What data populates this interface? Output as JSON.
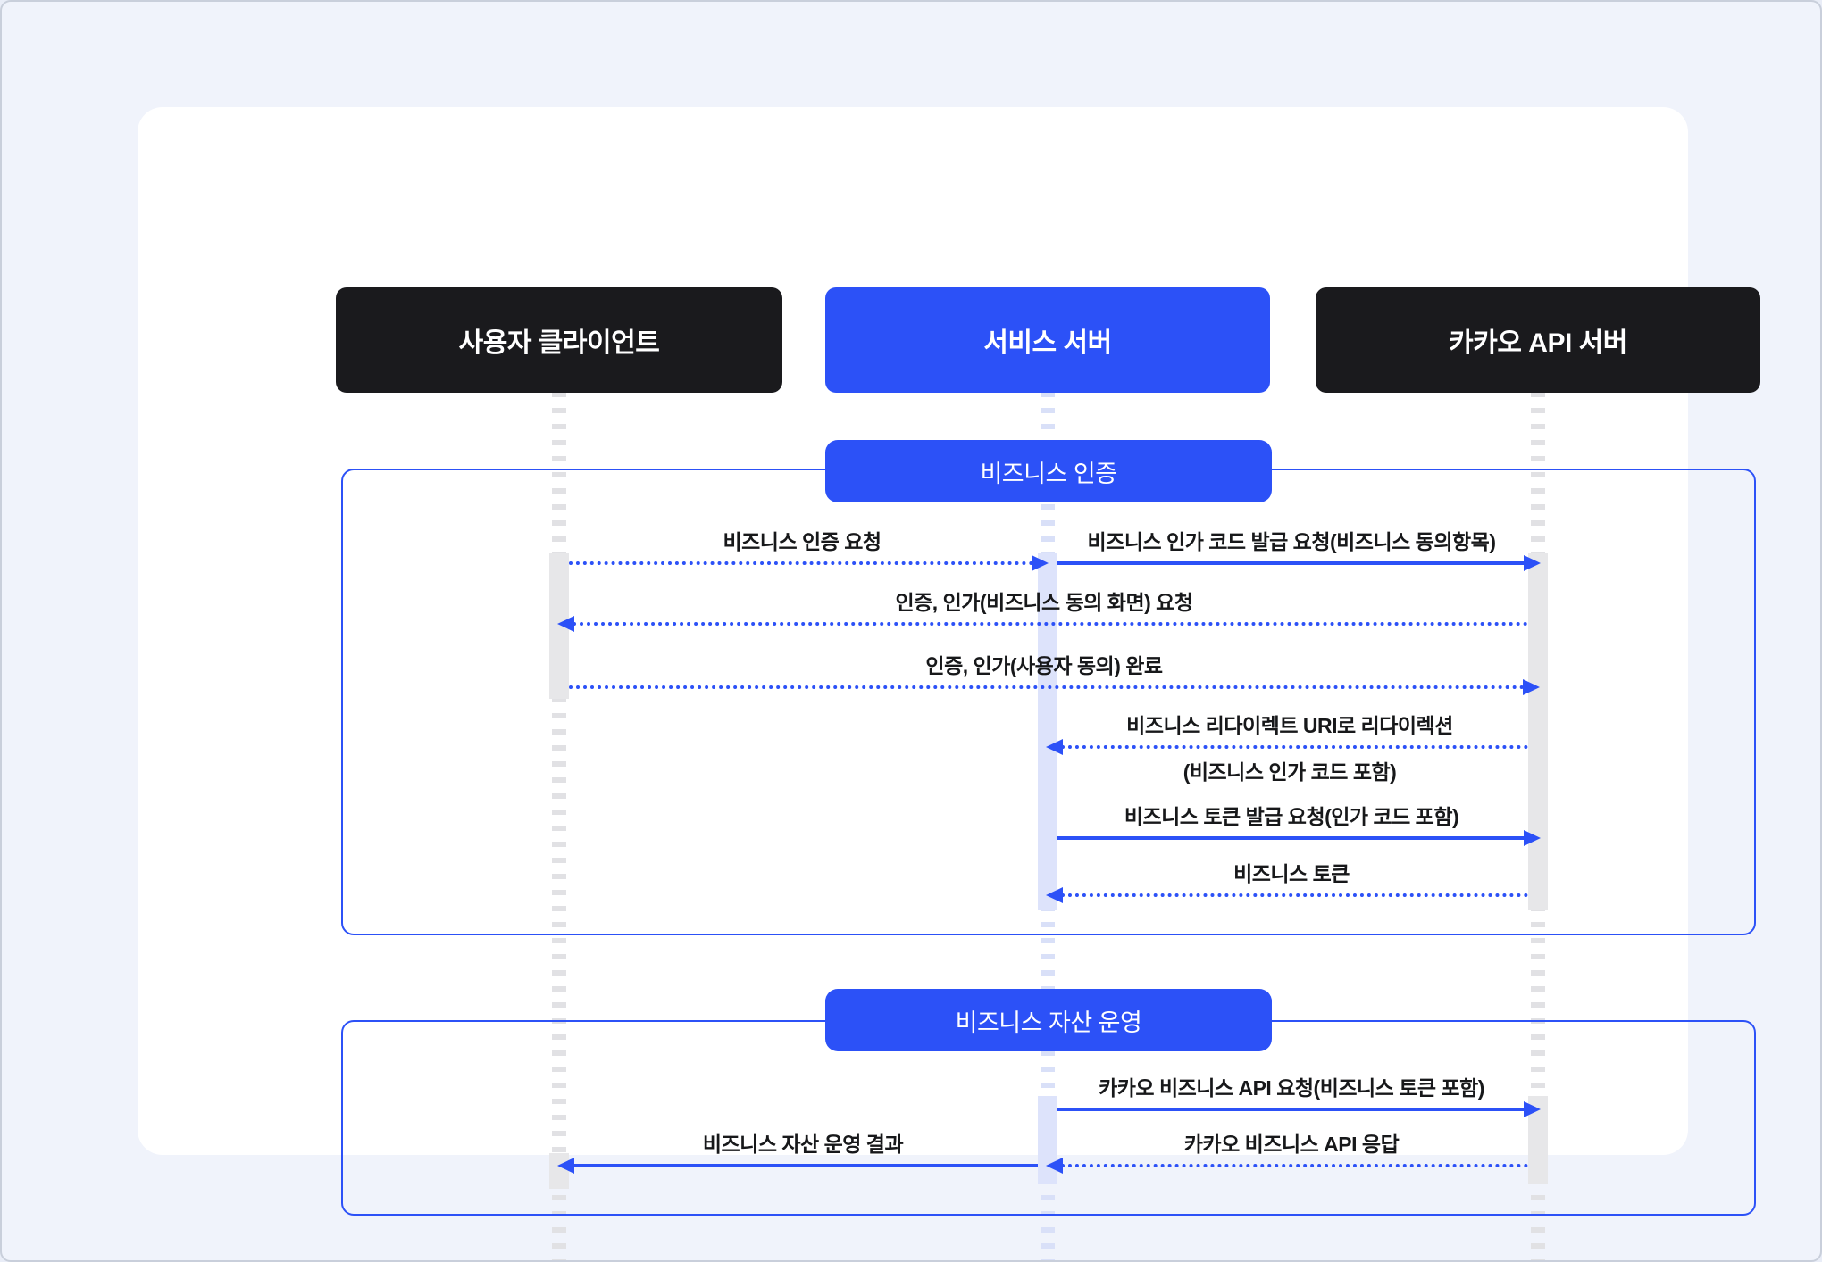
{
  "diagram": {
    "title_context": "카카오 비즈니스 인증 시퀀스 다이어그램",
    "colors": {
      "accent_blue": "#2c51f7",
      "actor_dark": "#1a1a1d",
      "card_background": "#ffffff",
      "page_background": "#f0f3fb",
      "gray_lifeline": "#e1e1e4",
      "blue_lifeline": "#d9e0f8"
    },
    "actors": [
      {
        "label": "사용자 클라이언트",
        "variant": "dark"
      },
      {
        "label": "서비스 서버",
        "variant": "blue"
      },
      {
        "label": "카카오 API 서버",
        "variant": "dark"
      }
    ],
    "sections": [
      {
        "label": "비즈니스 인증"
      },
      {
        "label": "비즈니스 자산 운영"
      }
    ],
    "messages": [
      {
        "text": "비즈니스 인증 요청",
        "from": "사용자 클라이언트",
        "to": "서비스 서버",
        "line": "dotted",
        "direction": "right"
      },
      {
        "text": "비즈니스 인가 코드 발급 요청(비즈니스 동의항목)",
        "from": "서비스 서버",
        "to": "카카오 API 서버",
        "line": "solid",
        "direction": "right"
      },
      {
        "text": "인증, 인가(비즈니스 동의 화면) 요청",
        "from": "카카오 API 서버",
        "to": "사용자 클라이언트",
        "line": "dotted",
        "direction": "left"
      },
      {
        "text": "인증, 인가(사용자 동의) 완료",
        "from": "사용자 클라이언트",
        "to": "카카오 API 서버",
        "line": "dotted",
        "direction": "right"
      },
      {
        "text": "비즈니스 리다이렉트 URI로 리다이렉션",
        "sub": "(비즈니스 인가 코드 포함)",
        "from": "카카오 API 서버",
        "to": "서비스 서버",
        "line": "dotted",
        "direction": "left"
      },
      {
        "text": "비즈니스 토큰 발급 요청(인가 코드 포함)",
        "from": "서비스 서버",
        "to": "카카오 API 서버",
        "line": "solid",
        "direction": "right"
      },
      {
        "text": "비즈니스 토큰",
        "from": "카카오 API 서버",
        "to": "서비스 서버",
        "line": "dotted",
        "direction": "left"
      },
      {
        "text": "카카오 비즈니스 API 요청(비즈니스 토큰 포함)",
        "from": "서비스 서버",
        "to": "카카오 API 서버",
        "line": "solid",
        "direction": "right"
      },
      {
        "text": "카카오 비즈니스 API 응답",
        "from": "카카오 API 서버",
        "to": "서비스 서버",
        "line": "dotted",
        "direction": "left"
      },
      {
        "text": "비즈니스 자산 운영 결과",
        "from": "서비스 서버",
        "to": "사용자 클라이언트",
        "line": "solid",
        "direction": "left"
      }
    ]
  }
}
